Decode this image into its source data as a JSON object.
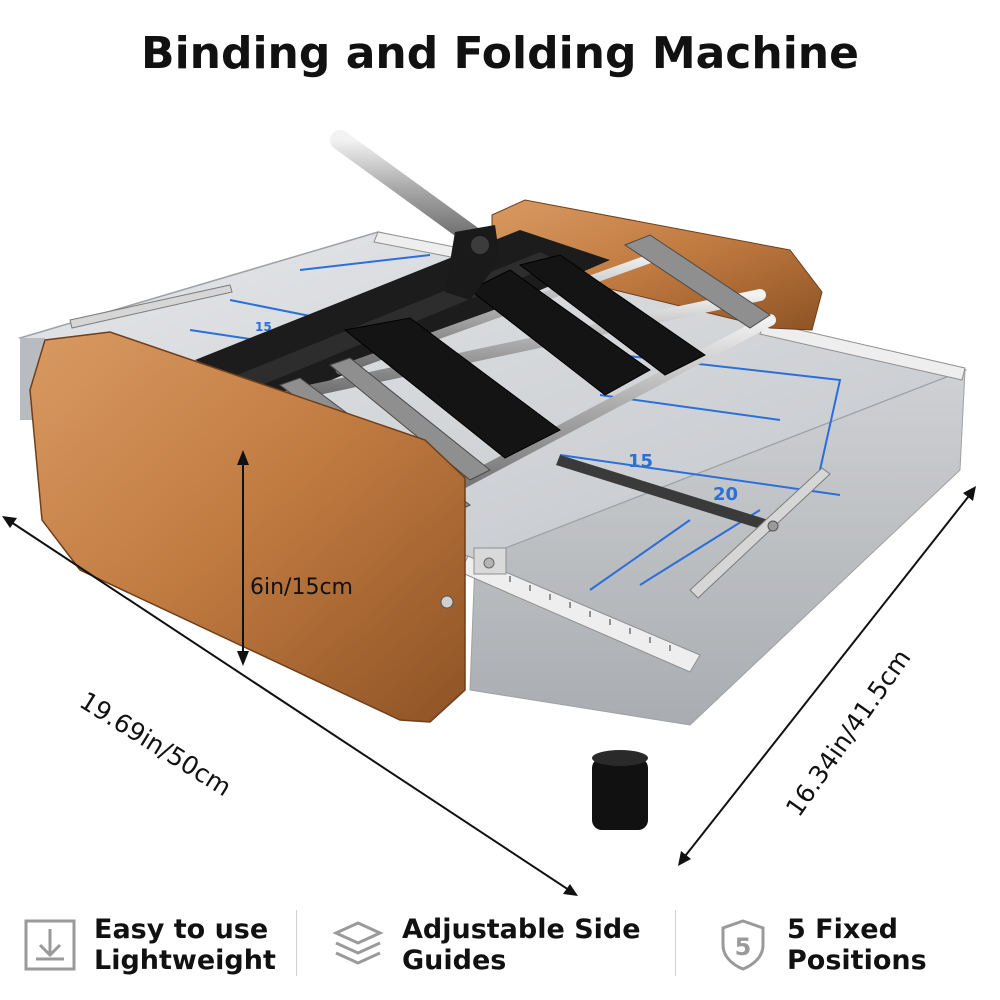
{
  "title": "Binding and Folding Machine",
  "dimensions": {
    "height": "6in/15cm",
    "width": "19.69in/50cm",
    "depth": "16.34in/41.5cm"
  },
  "features": [
    {
      "icon": "download-arrow-icon",
      "lines": [
        "Easy to use",
        "Lightweight"
      ]
    },
    {
      "icon": "layers-icon",
      "lines": [
        "Adjustable Side",
        "Guides"
      ]
    },
    {
      "icon": "shield-5-icon",
      "lines": [
        "5 Fixed",
        "Positions"
      ]
    }
  ],
  "colors": {
    "copper": "#c07a40",
    "base": "#cfd2d6",
    "roller": "#1c1c1c",
    "guide_line": "#2b6fd8"
  }
}
